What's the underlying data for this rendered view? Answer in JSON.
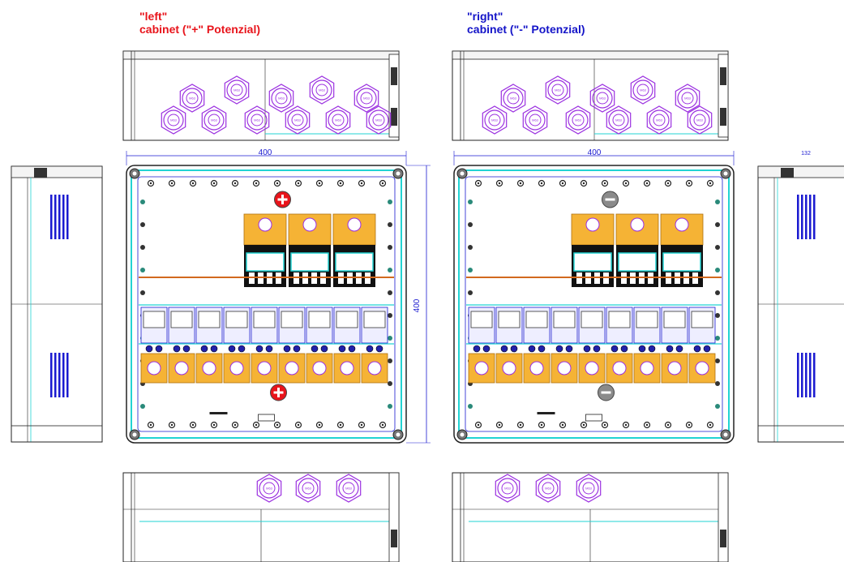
{
  "labels": {
    "left_name": "\"left\"",
    "left_desc": "cabinet (\"+\" Potenzial)",
    "right_name": "\"right\"",
    "right_desc": "cabinet (\"-\" Potenzial)"
  },
  "dimensions": {
    "left_width": "400",
    "left_height": "400",
    "right_width": "400",
    "side_depth": "132"
  },
  "gland_label": "M63",
  "colors": {
    "left_accent": "#e8141b",
    "right_accent": "#1414c8",
    "gland": "#9b30e0",
    "terminal": "#f5b335",
    "seal": "#22d3d3",
    "busbar": "#d2691e"
  }
}
